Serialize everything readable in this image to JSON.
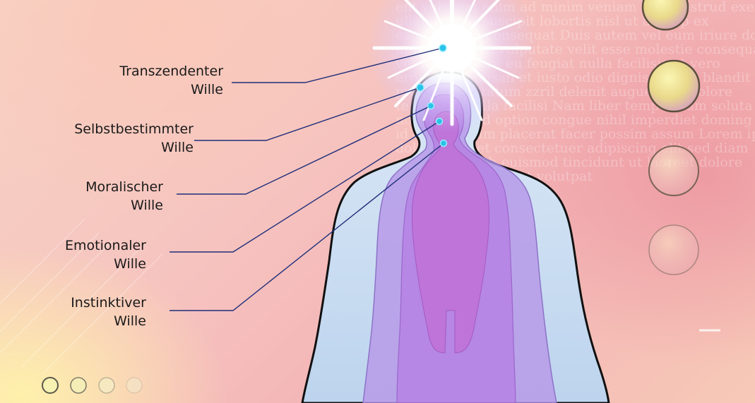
{
  "labels": [
    {
      "line1": "Transzendenter",
      "line2": "Wille"
    },
    {
      "line1": "Selbstbestimmter",
      "line2": "Wille"
    },
    {
      "line1": "Moralischer",
      "line2": "Wille"
    },
    {
      "line1": "Emotionaler",
      "line2": "Wille"
    },
    {
      "line1": "Instinktiver",
      "line2": "Wille"
    }
  ],
  "background_text": "ent volutpat enim ad minim veniam quis nostrud exercitation ullamcorper suscipit lobortis nisl ut aliquip ex ea commodo consequat Duis autem vel eum iriure dolor in hendrerit in vulputate velit esse molestie consequat vel illum dolore eu feugiat nulla facilisis at vero eros et accumsan et iusto odio dignissim qui blandit praesent luptatum zzril delenit augue duis dolore te feugait nulla facilisi Nam liber tempor cum soluta nobis eleifend option congue nihil imperdiet doming id quod mazim placerat facer possim assum Lorem ipsum dolor sit amet consectetuer adipiscing elit sed diam nonummy nibh euismod tincidunt ut laoreet dolore magna aliquam erat volutpat",
  "colors": {
    "label_text": "#1a1a1a",
    "leader_line": "#1f2f7a",
    "dot": "#29c3e8",
    "body_outer": "#c8dcf2",
    "body_middle": "#b69ae6",
    "body_inner": "#b47ee0",
    "body_core": "#c070d8",
    "outline": "#111111",
    "starburst": "#ffffff"
  },
  "icons": {
    "starburst": "starburst-icon",
    "chakra_dot": "dot-icon",
    "bubble": "bubble-icon",
    "small_circle": "circle-icon"
  }
}
